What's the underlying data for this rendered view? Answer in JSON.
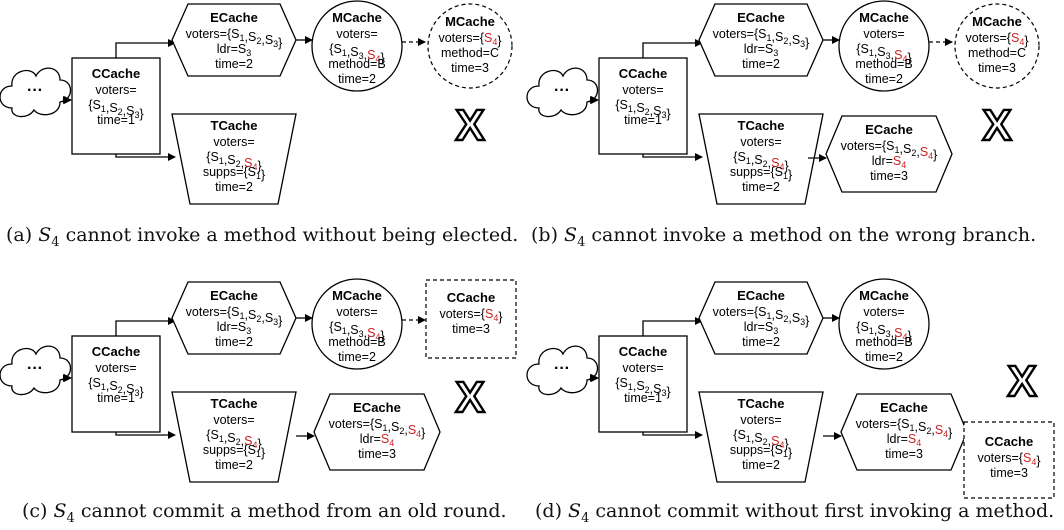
{
  "panels": [
    {
      "id": "a",
      "caption": {
        "prefix": "(a)",
        "subject": "S",
        "subject_sub": "4",
        "text": "cannot invoke a method without being elected."
      },
      "nodes": {
        "cloud": "···",
        "ccache": {
          "title": "CCache",
          "lines": [
            [
              "voters="
            ],
            [
              "{S",
              "1",
              ",S",
              "2",
              ",S",
              "3",
              "}"
            ],
            [
              "time=1"
            ]
          ]
        },
        "ecache1": {
          "title": "ECache",
          "lines": [
            [
              "voters={S",
              "1",
              ",S",
              "2",
              ",S",
              "3",
              "}"
            ],
            [
              "ldr=S",
              "3"
            ],
            [
              "time=2"
            ]
          ]
        },
        "mcache1": {
          "title": "MCache",
          "lines": [
            [
              "voters="
            ],
            [
              "{S",
              "1",
              ",S",
              "3",
              ",",
              "S4",
              "}"
            ],
            [
              "method=B"
            ],
            [
              "time=2"
            ]
          ]
        },
        "tcache": {
          "title": "TCache",
          "lines": [
            [
              "voters="
            ],
            [
              "{S",
              "1",
              ",S",
              "2",
              ",",
              "S4",
              "}"
            ],
            [
              "supps={S",
              "1",
              "}"
            ],
            [
              "time=2"
            ]
          ]
        },
        "extra": {
          "type": "mcache-dashed",
          "title": "MCache",
          "lines": [
            [
              "voters={",
              "S4",
              "}"
            ],
            [
              "method=C"
            ],
            [
              "time=3"
            ]
          ]
        }
      },
      "x_mark": "X"
    },
    {
      "id": "b",
      "caption": {
        "prefix": "(b)",
        "subject": "S",
        "subject_sub": "4",
        "text": "cannot invoke a method on the wrong branch."
      },
      "nodes": {
        "ecache2": {
          "title": "ECache",
          "lines": [
            [
              "voters={S",
              "1",
              ",S",
              "2",
              ",",
              "S4",
              "}"
            ],
            [
              "ldr=",
              "S4"
            ],
            [
              "time=3"
            ]
          ]
        },
        "extra": {
          "type": "mcache-dashed",
          "title": "MCache",
          "lines": [
            [
              "voters={",
              "S4",
              "}"
            ],
            [
              "method=C"
            ],
            [
              "time=3"
            ]
          ]
        }
      },
      "x_mark": "X"
    },
    {
      "id": "c",
      "caption": {
        "prefix": "(c)",
        "subject": "S",
        "subject_sub": "4",
        "text": "cannot commit a method from an old round."
      },
      "nodes": {
        "extra": {
          "type": "ccache-dashed",
          "title": "CCache",
          "lines": [
            [
              "voters={",
              "S4",
              "}"
            ],
            [
              "time=3"
            ]
          ]
        }
      },
      "x_mark": "X"
    },
    {
      "id": "d",
      "caption": {
        "prefix": "(d)",
        "subject": "S",
        "subject_sub": "4",
        "text": "cannot commit without first invoking a method."
      },
      "nodes": {
        "extra": {
          "type": "ccache-dashed",
          "title": "CCache",
          "lines": [
            [
              "voters={",
              "S4",
              "}"
            ],
            [
              "time=3"
            ]
          ]
        }
      },
      "x_mark": "X"
    }
  ],
  "colors": {
    "highlight": "#cc1f1f",
    "stroke": "#000000"
  }
}
